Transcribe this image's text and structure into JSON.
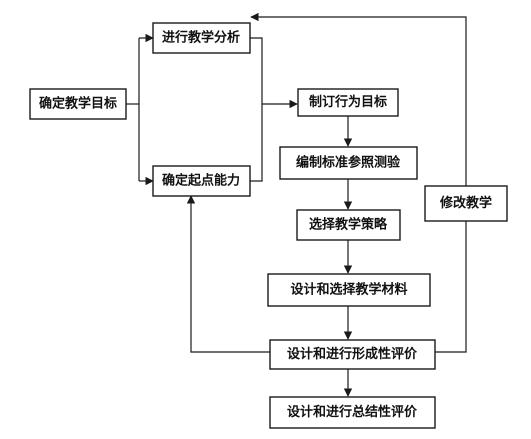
{
  "nodes": {
    "set_goals": "确定教学目标",
    "analysis": "进行教学分析",
    "entry": "确定起点能力",
    "objectives": "制订行为目标",
    "tests": "编制标准参照测验",
    "strategy": "选择教学策略",
    "materials": "设计和选择教学材料",
    "formative": "设计和进行形成性评价",
    "summative": "设计和进行总结性评价",
    "revise": "修改教学"
  },
  "colors": {
    "stroke": "#1a1a1a",
    "text": "#111111",
    "background": "#ffffff"
  }
}
